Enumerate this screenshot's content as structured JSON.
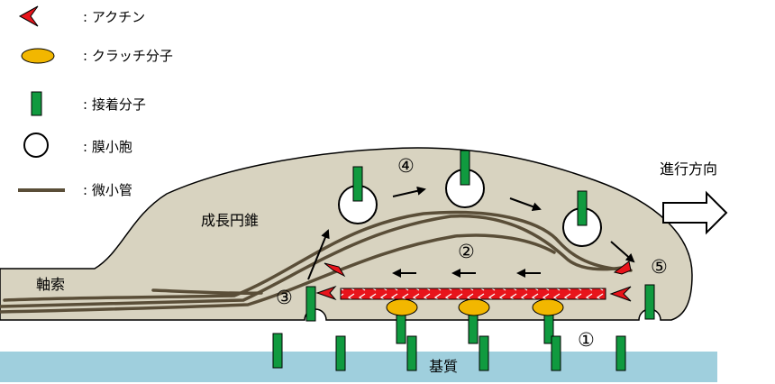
{
  "legend": {
    "actin": ": アクチン",
    "clutch": ": クラッチ分子",
    "adhesion": ": 接着分子",
    "vesicle": ": 膜小胞",
    "microtubule": ": 微小管"
  },
  "labels": {
    "growth_cone": "成長円錐",
    "axon": "軸索",
    "substrate": "基質",
    "direction": "進行方向"
  },
  "steps": {
    "s1": "①",
    "s2": "②",
    "s3": "③",
    "s4": "④",
    "s5": "⑤"
  },
  "colors": {
    "actin": "#e8141b",
    "clutch": "#f2b700",
    "adhesion": "#109a3f",
    "substrate": "#9fcfdd",
    "cell": "#d8d3c0",
    "microtubule": "#5a4e38"
  }
}
